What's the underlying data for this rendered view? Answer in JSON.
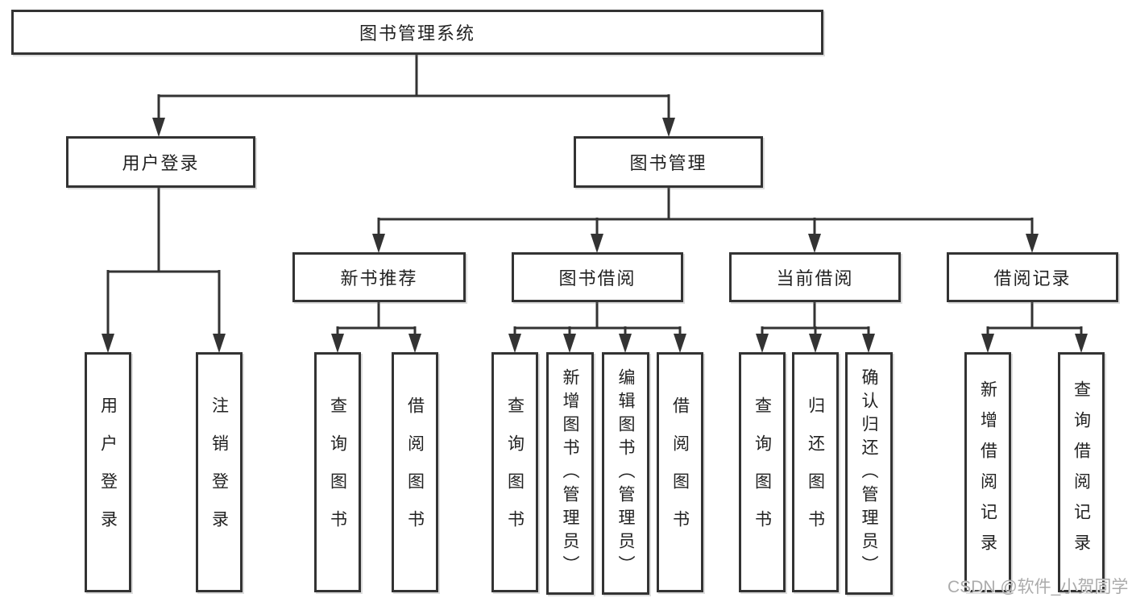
{
  "colors": {
    "line": "#333333",
    "text": "#222222",
    "watermark": "#ababab",
    "background": "#ffffff"
  },
  "watermark": {
    "text": "CSDN @软件_小贺同学"
  },
  "diagram": {
    "type": "tree",
    "root": {
      "label": "图书管理系统"
    },
    "branches": [
      {
        "label": "用户登录",
        "children": [
          {
            "label": "用户登录"
          },
          {
            "label": "注销登录"
          }
        ]
      },
      {
        "label": "图书管理",
        "children": [
          {
            "label": "新书推荐",
            "children": [
              {
                "label": "查询图书"
              },
              {
                "label": "借阅图书"
              }
            ]
          },
          {
            "label": "图书借阅",
            "children": [
              {
                "label": "查询图书"
              },
              {
                "label": "新增图书（管理员）"
              },
              {
                "label": "编辑图书（管理员）"
              },
              {
                "label": "借阅图书"
              }
            ]
          },
          {
            "label": "当前借阅",
            "children": [
              {
                "label": "查询图书"
              },
              {
                "label": "归还图书"
              },
              {
                "label": "确认归还（管理员）"
              }
            ]
          },
          {
            "label": "借阅记录",
            "children": [
              {
                "label": "新增借阅记录"
              },
              {
                "label": "查询借阅记录"
              }
            ]
          }
        ]
      }
    ]
  }
}
